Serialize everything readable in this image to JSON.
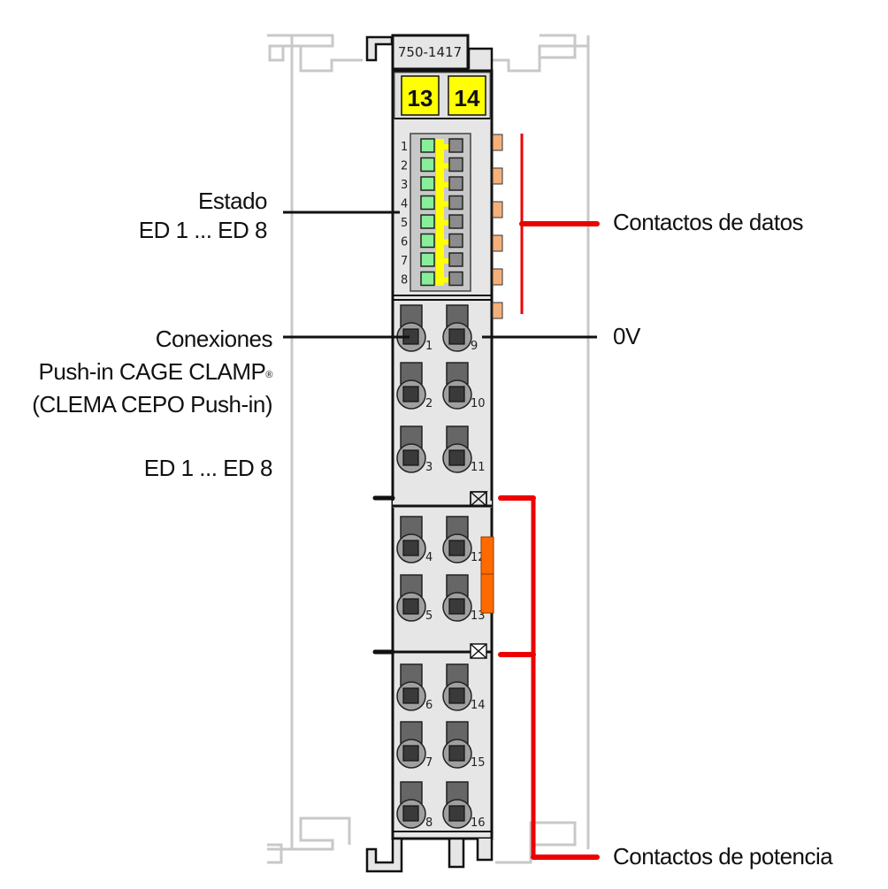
{
  "module": {
    "part_number": "750-1417",
    "marker_left": "13",
    "marker_right": "14",
    "led_numbers": [
      "1",
      "2",
      "3",
      "4",
      "5",
      "6",
      "7",
      "8"
    ],
    "terminal_numbers_left": [
      "1",
      "2",
      "3",
      "4",
      "5",
      "6",
      "7",
      "8"
    ],
    "terminal_numbers_right": [
      "9",
      "10",
      "11",
      "12",
      "13",
      "14",
      "15",
      "16"
    ]
  },
  "labels": {
    "status_line1": "Estado",
    "status_line2": "ED 1 ... ED 8",
    "connections_line1": "Conexiones",
    "connections_line2": "Push-in CAGE CLAMP",
    "connections_reg": "®",
    "connections_line3": "(CLEMA CEPO Push-in)",
    "inputs": "ED 1 ... ED 8",
    "data_contacts": "Contactos de datos",
    "zero_volt": "0V",
    "power_contacts": "Contactos de potencia"
  },
  "colors": {
    "housing": "#e6e6e6",
    "outline": "#111111",
    "rail": "#c8c8c8",
    "marker": "#ffff00",
    "led_on": "#88ee99",
    "led_off": "#8c8c8c",
    "data_contact": "#f5b07a",
    "power_jumper": "#ff6a00",
    "callout_red": "#ee0000"
  }
}
